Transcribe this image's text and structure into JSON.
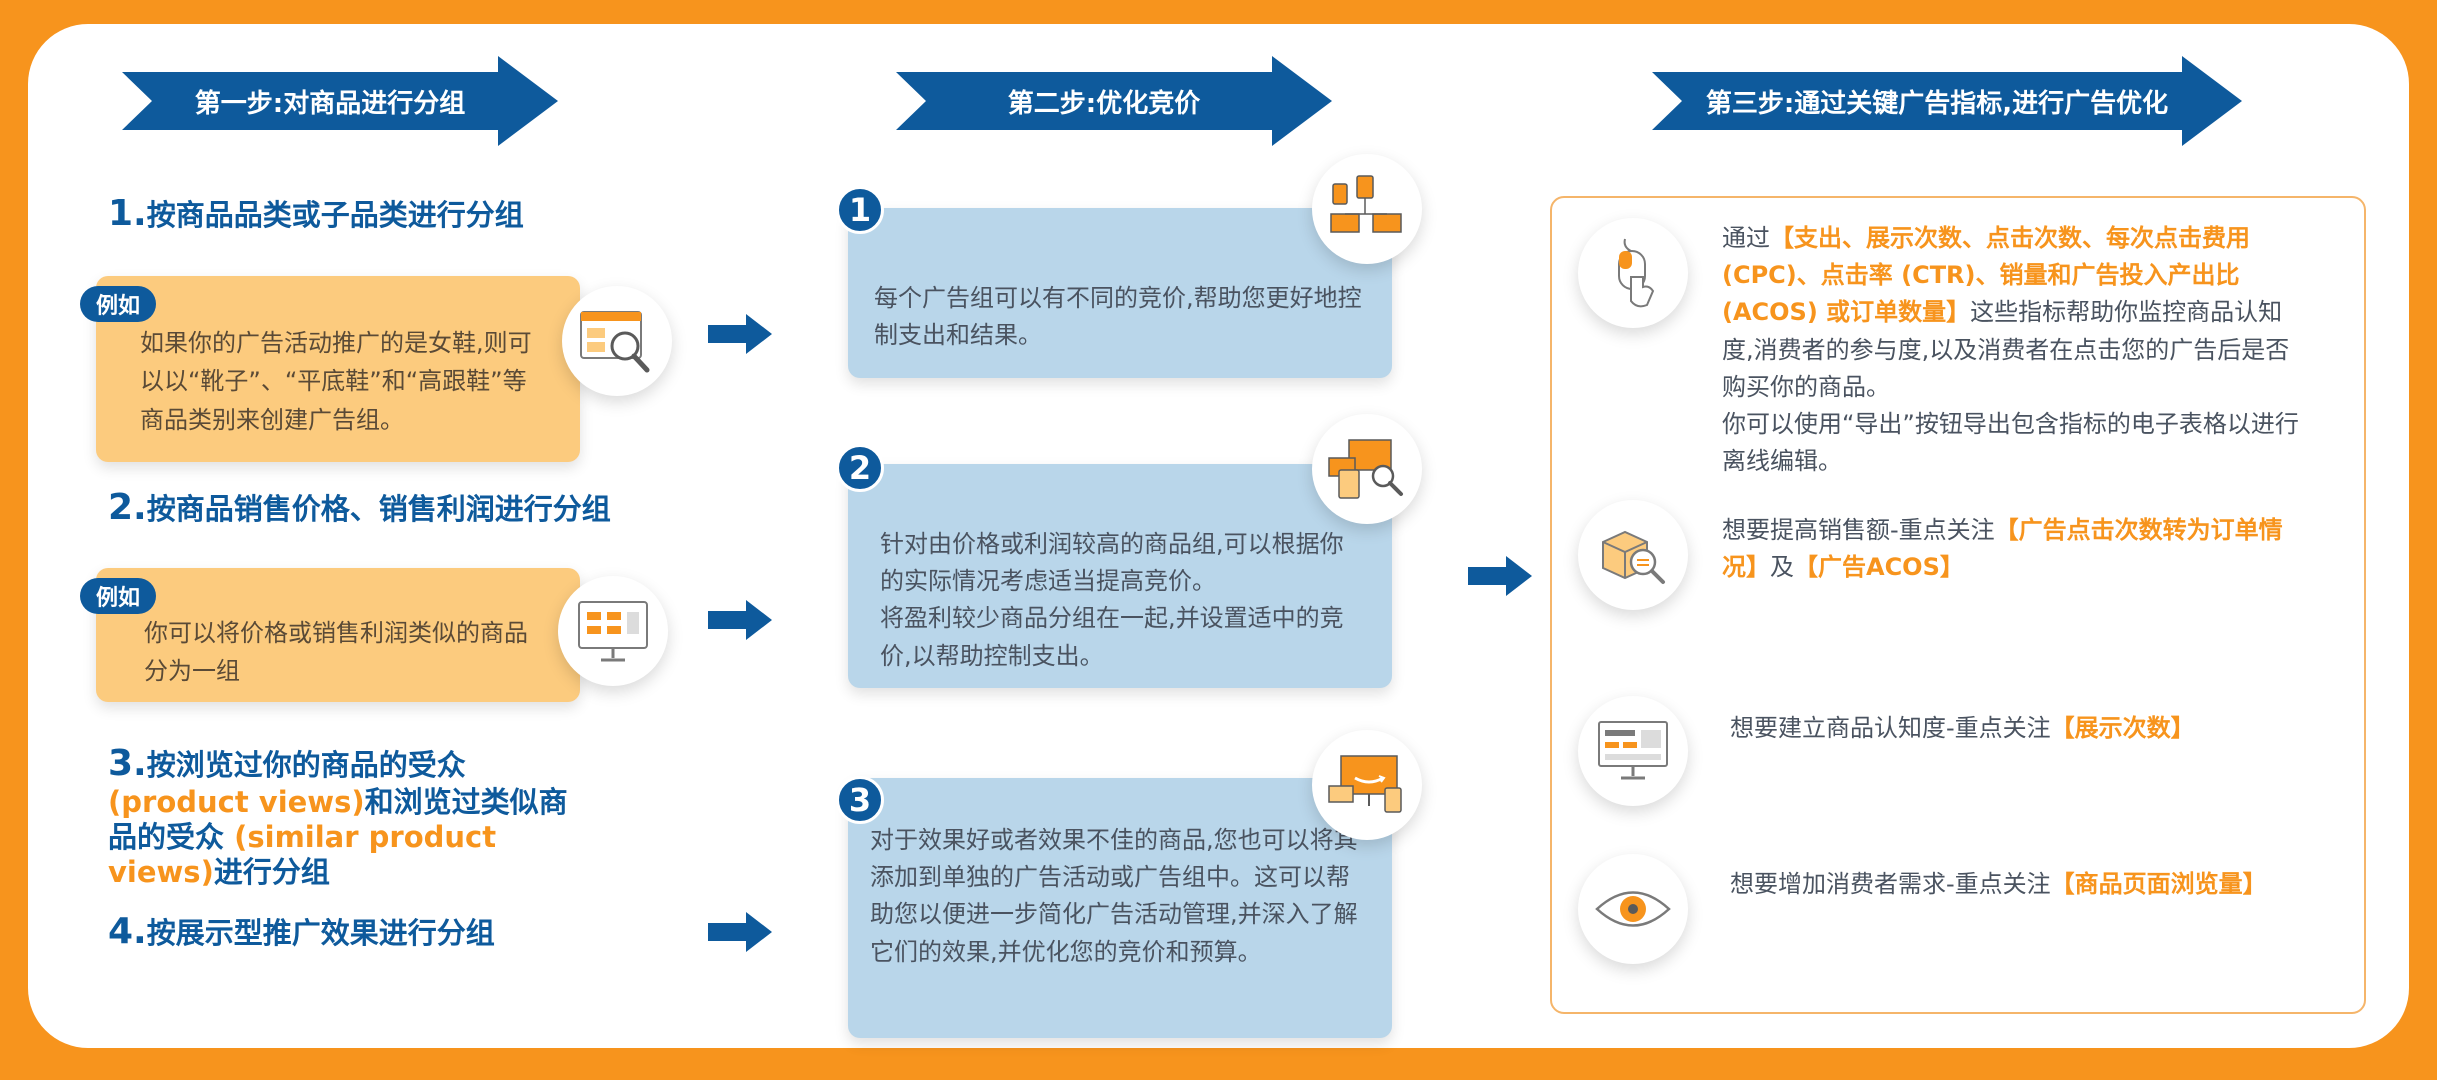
{
  "steps": {
    "step1": "第一步:对商品进行分组",
    "step2": "第二步:优化竞价",
    "step3": "第三步:通过关键广告指标,进行广告优化"
  },
  "group_methods": {
    "m1_num": "1.",
    "m1_text": "按商品品类或子品类进行分组",
    "m1_tag": "例如",
    "m1_example": "如果你的广告活动推广的是女鞋,则可以以“靴子”、“平底鞋”和“高跟鞋”等商品类别来创建广告组。",
    "m2_num": "2.",
    "m2_text": "按商品销售价格、销售利润进行分组",
    "m2_tag": "例如",
    "m2_example": "你可以将价格或销售利润类似的商品分为一组",
    "m3_num": "3.",
    "m3_text_a": "按浏览过你的商品的受众",
    "m3_hl_a": "(product views)",
    "m3_text_b": "和浏览过类似商品的受众",
    "m3_hl_b": "(similar product views)",
    "m3_text_c": "进行分组",
    "m4_num": "4.",
    "m4_text": "按展示型推广效果进行分组"
  },
  "bidding": {
    "b1_num": "1",
    "b1_text": "每个广告组可以有不同的竞价,帮助您更好地控制支出和结果。",
    "b2_num": "2",
    "b2_text_a": "针对由价格或利润较高的商品组,可以根据你的实际情况考虑适当提高竞价。",
    "b2_text_b": "将盈利较少商品分组在一起,并设置适中的竞价,以帮助控制支出。",
    "b3_num": "3",
    "b3_text": "对于效果好或者效果不佳的商品,您也可以将其添加到单独的广告活动或广告组中。这可以帮助您以便进一步简化广告活动管理,并深入了解它们的效果,并优化您的竞价和预算。"
  },
  "metrics": {
    "r1_pre": "通过",
    "r1_hl": "【支出、展示次数、点击次数、每次点击费用(CPC)、点击率 (CTR)、销量和广告投入产出比(ACOS) 或订单数量】",
    "r1_post": "这些指标帮助你监控商品认知度,消费者的参与度,以及消费者在点击您的广告后是否购买你的商品。",
    "r1_extra": "你可以使用“导出”按钮导出包含指标的电子表格以进行离线编辑。",
    "r2_pre": "想要提高销售额-重点关注",
    "r2_hl_a": "【广告点击次数转为订单情况】",
    "r2_mid": "及",
    "r2_hl_b": "【广告ACOS】",
    "r3_pre": "想要建立商品认知度-重点关注",
    "r3_hl": "【展示次数】",
    "r4_pre": "想要增加消费者需求-重点关注",
    "r4_hl": "【商品页面浏览量】"
  },
  "icons": [
    "magnifier-browser-icon",
    "monitor-chart-icon",
    "network-devices-icon",
    "devices-search-icon",
    "amazon-devices-icon",
    "mouse-click-icon",
    "box-search-icon",
    "dashboard-icon",
    "eye-icon"
  ],
  "colors": {
    "brand_blue": "#0e5a9c",
    "orange": "#f7941d",
    "light_orange": "#fccb7e",
    "light_blue": "#b9d6ea"
  }
}
